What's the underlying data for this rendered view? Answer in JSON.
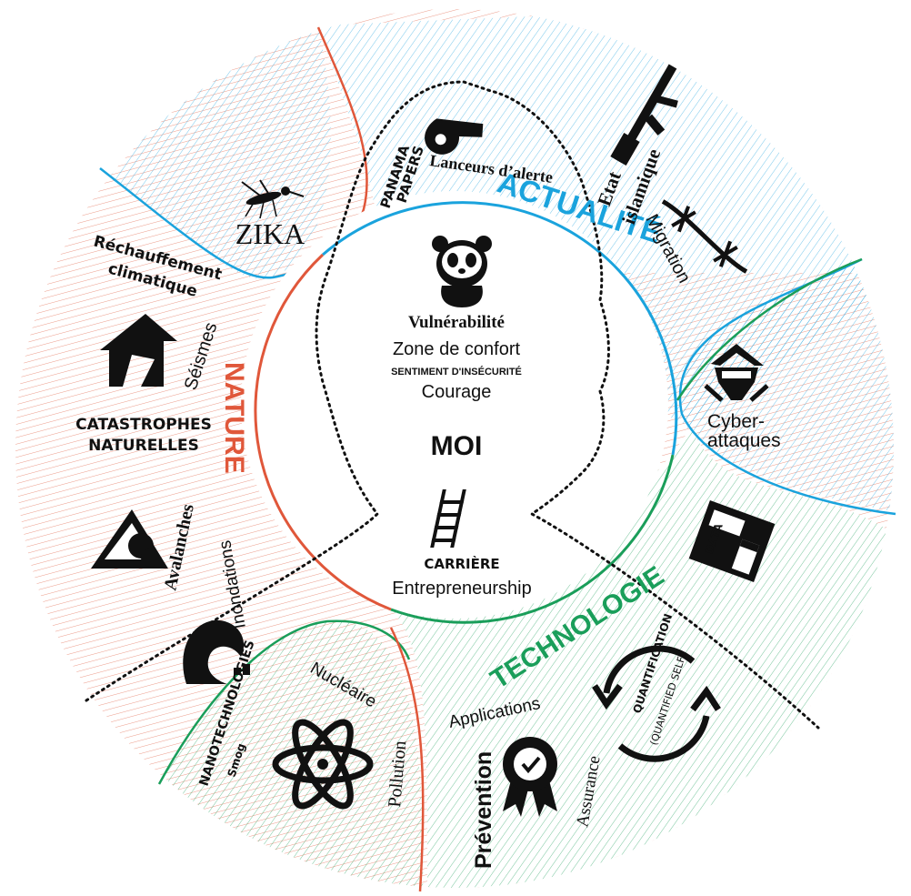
{
  "colors": {
    "nature": "#e0573a",
    "actualite": "#1aa3dd",
    "technologie": "#1a9e5a",
    "text": "#111111"
  },
  "center": {
    "vulnerabilite": "Vulnérabilité",
    "zone_confort": "Zone de confort",
    "sentiment": "SENTIMENT D'INSÉCURITÉ",
    "courage": "Courage",
    "moi": "MOI",
    "carriere": "CARRIÈRE",
    "entrepreneurship": "Entrepreneurship"
  },
  "sectors": {
    "actualite": "ACTUALITÉ",
    "nature": "NATURE",
    "technologie": "TECHNOLOGIE"
  },
  "items": {
    "zika": "ZIKA",
    "panama_1": "PANAMA",
    "panama_2": "PAPERS",
    "lanceurs": "Lanceurs d’alerte",
    "etat_1": "Etat",
    "etat_2": "islamique",
    "migration": "Migration",
    "cyber_1": "Cyber-",
    "cyber_2": "attaques",
    "rechauffement_1": "Réchauffement",
    "rechauffement_2": "climatique",
    "seismes": "Séismes",
    "catastrophes_1": "CATASTROPHES",
    "catastrophes_2": "NATURELLES",
    "avalanches": "Avalanches",
    "inondations": "Inondations",
    "nanotech": "NANOTECHNOLOGIES",
    "smog": "Smog",
    "nucleaire": "Nucléaire",
    "pollution": "Pollution",
    "applications": "Applications",
    "prevention": "Prévention",
    "assurance": "Assurance",
    "quantification": "QUANTIFICATION",
    "quantified": "(QUANTIFIED SELF)",
    "data": "DATA"
  },
  "icons": [
    "panda-icon",
    "ladder-icon",
    "mosquito-icon",
    "whistle-icon",
    "rifle-icon",
    "barbed-wire-icon",
    "hacker-icon",
    "data-card-icon",
    "house-quake-icon",
    "avalanche-icon",
    "wave-icon",
    "atom-icon",
    "award-badge-icon",
    "cycle-arrows-icon"
  ]
}
